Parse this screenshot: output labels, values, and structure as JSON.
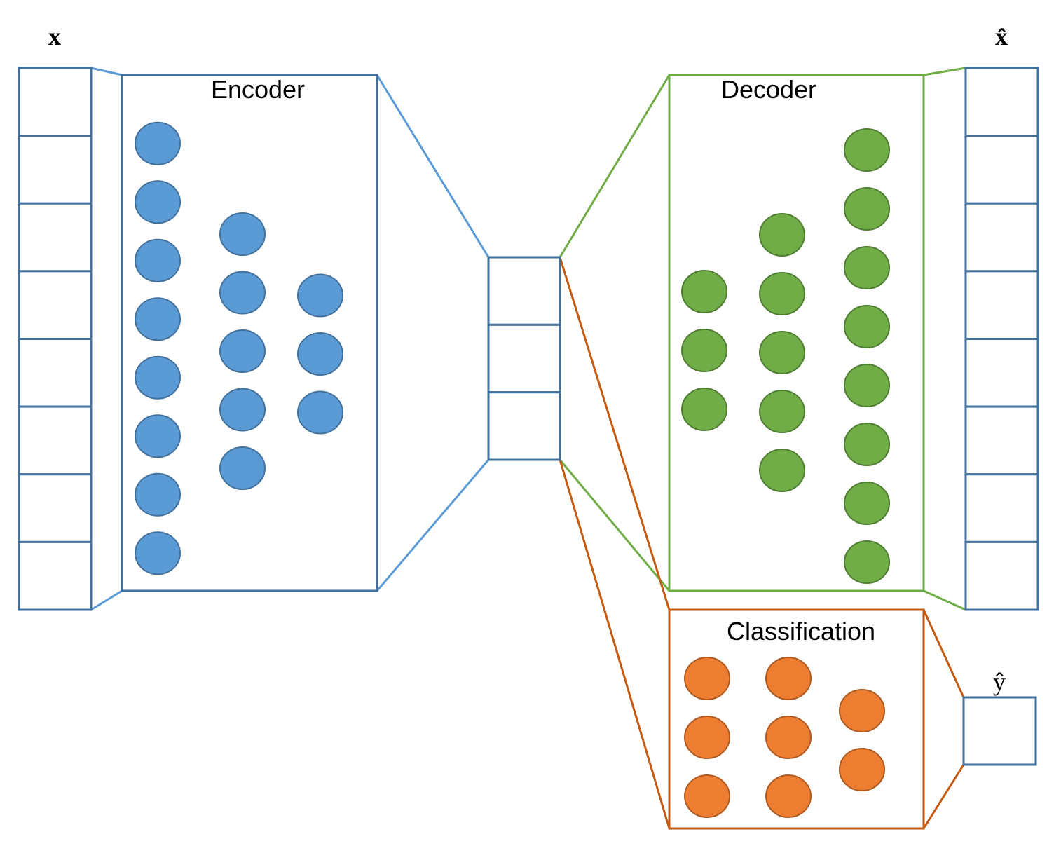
{
  "labels": {
    "input": "x",
    "reconstruction": "x̂",
    "prediction": "ŷ",
    "encoder": "Encoder",
    "decoder": "Decoder",
    "classification": "Classification"
  },
  "vectors": {
    "input_cells": 8,
    "output_cells": 8,
    "latent_cells": 3,
    "prediction_cells": 1
  },
  "networks": {
    "encoder_layers": [
      8,
      5,
      3
    ],
    "decoder_layers": [
      3,
      5,
      8
    ],
    "classification_layers": [
      3,
      3,
      2
    ]
  },
  "colors": {
    "encoder": "#5b9bd5",
    "encoder_stroke": "#41719c",
    "decoder": "#70ad47",
    "decoder_stroke": "#507e32",
    "classification": "#ed7d31",
    "classification_stroke": "#ae5a21",
    "box_stroke": "#41719c",
    "encoder_line": "#5b9bd5",
    "decoder_line": "#70ad47",
    "classification_line": "#c55a11"
  }
}
